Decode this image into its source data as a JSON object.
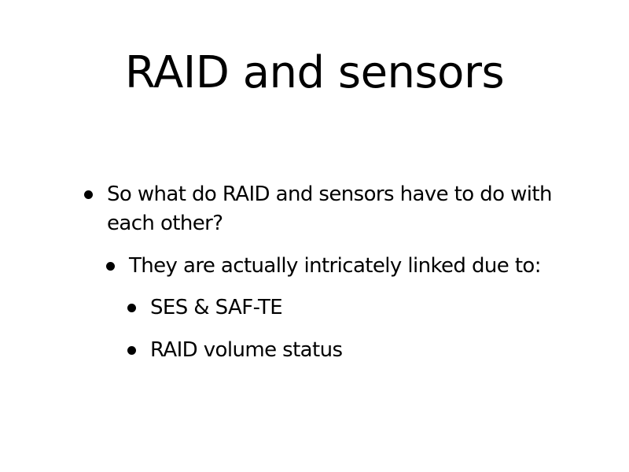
{
  "slide": {
    "title": "RAID and sensors",
    "bullets": [
      {
        "level": 1,
        "text": "So what do RAID and sensors have to do with each other?"
      },
      {
        "level": 2,
        "text": "They are actually intricately linked due to:"
      },
      {
        "level": 3,
        "text": "SES & SAF-TE"
      },
      {
        "level": 3,
        "text": "RAID volume status"
      }
    ]
  }
}
